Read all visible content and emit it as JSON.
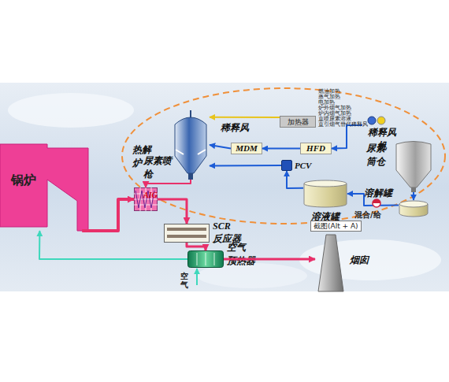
{
  "diagram": {
    "nodes": [
      {
        "text": [
          "加热器"
        ]
      },
      {
        "text": [
          "稀释风 机"
        ]
      },
      {
        "text": [
          "热解炉",
          "尿素喷枪"
        ]
      },
      {
        "text": [
          "MDM"
        ]
      },
      {
        "text": [
          "HFD"
        ]
      },
      {
        "text": [
          "尿素 筒仓"
        ]
      },
      {
        "text": [
          "PCV"
        ]
      },
      {
        "text": [
          "锅炉"
        ]
      },
      {
        "text": [
          "AIG"
        ]
      },
      {
        "text": [
          "溶液罐"
        ]
      },
      {
        "text": [
          "溶解罐"
        ]
      },
      {
        "text": [
          "SCR 反应器"
        ]
      },
      {
        "text": [
          "空气 预热器"
        ]
      },
      {
        "text": [
          "烟囱"
        ]
      }
    ],
    "edges": [
      {
        "from": 7,
        "to": 8,
        "arrow": "to"
      },
      {
        "from": 8,
        "to": 11,
        "arrow": "to"
      },
      {
        "from": 11,
        "to": 12,
        "arrow": "to"
      },
      {
        "from": 12,
        "to": 13,
        "arrow": "to"
      },
      {
        "from": 12,
        "to": 7,
        "arrow": "to"
      },
      {
        "from": 2,
        "to": 8,
        "arrow": "to"
      },
      {
        "from": 3,
        "to": 2,
        "arrow": "to"
      },
      {
        "from": 4,
        "to": 3,
        "arrow": "to"
      },
      {
        "from": 1,
        "to": 4,
        "arrow": "to"
      },
      {
        "from": 0,
        "to": 2,
        "arrow": "to"
      },
      {
        "from": 9,
        "to": 6,
        "arrow": "to"
      },
      {
        "from": 6,
        "to": 2,
        "arrow": "to"
      },
      {
        "from": 5,
        "to": 10,
        "arrow": "to"
      },
      {
        "from": 10,
        "to": 9,
        "arrow": "to"
      }
    ],
    "labels": [
      "燃油加热",
      "蒸气加热",
      "电加热",
      "炉外烟气加热",
      "炉内烟气加热",
      "直喷尿素溶液",
      "直引烟气替代稀释风",
      "稀释风",
      "空气",
      "混合/给",
      "截图(Alt + A)"
    ]
  }
}
